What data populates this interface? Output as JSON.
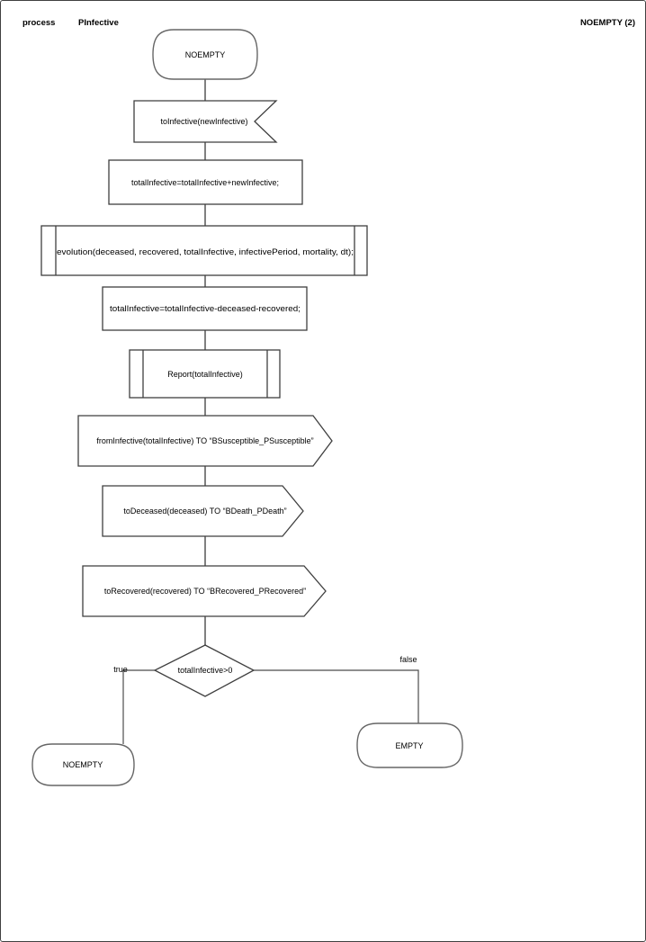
{
  "page": {
    "header": {
      "kind": "process",
      "name": "PInfective",
      "reference": "NOEMPTY (2)"
    }
  },
  "flowchart": {
    "nodes": [
      {
        "id": "start-state",
        "type": "state",
        "label": "NOEMPTY"
      },
      {
        "id": "input-signal",
        "type": "input",
        "label": "toInfective(newInfective)"
      },
      {
        "id": "task-add",
        "type": "task",
        "label": "totalInfective=totalInfective+newInfective;"
      },
      {
        "id": "procedure-evolution",
        "type": "procedure",
        "label": "evolution(deceased, recovered, totalInfective, infectivePeriod, mortality, dt);"
      },
      {
        "id": "task-subtract",
        "type": "task",
        "label": "totalInfective=totalInfective-deceased-recovered;"
      },
      {
        "id": "procedure-report",
        "type": "procedure",
        "label": "Report(totalInfective)"
      },
      {
        "id": "output-from-infective",
        "type": "output",
        "label": "fromInfective(totalInfective) TO “BSusceptible_PSusceptible”"
      },
      {
        "id": "output-to-deceased",
        "type": "output",
        "label": "toDeceased(deceased) TO “BDeath_PDeath”"
      },
      {
        "id": "output-to-recovered",
        "type": "output",
        "label": "toRecovered(recovered) TO “BRecovered_PRecovered”"
      },
      {
        "id": "decision-total",
        "type": "decision",
        "label": "totalInfective>0"
      },
      {
        "id": "next-state-noempty",
        "type": "state",
        "label": "NOEMPTY"
      },
      {
        "id": "next-state-empty",
        "type": "state",
        "label": "EMPTY"
      }
    ],
    "branches": {
      "true_label": "true",
      "false_label": "false"
    }
  },
  "colors": {
    "background": "#ffffff",
    "shape_stroke": "#3f3f3f",
    "state_stroke": "#666666",
    "connector": "#808080",
    "branch_line": "#4c4c4c",
    "text": "#000000"
  }
}
